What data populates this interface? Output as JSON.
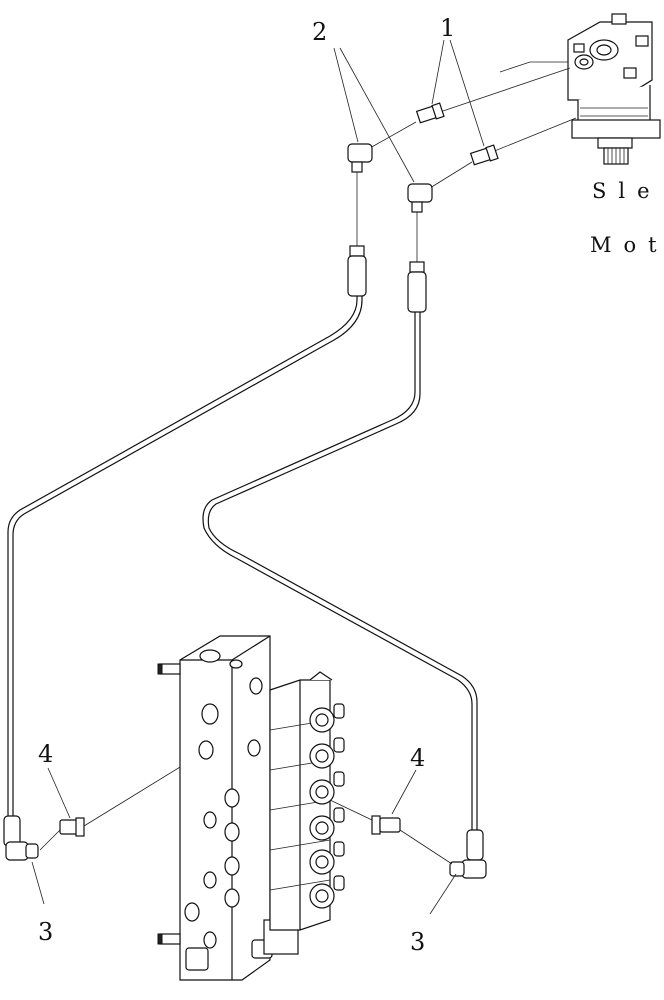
{
  "callouts": {
    "c1": "1",
    "c2": "2",
    "c3_left": "3",
    "c3_right": "3",
    "c4_left": "4",
    "c4_right": "4"
  },
  "motor_caption": {
    "line1": "Sle",
    "line2": "Mot"
  }
}
